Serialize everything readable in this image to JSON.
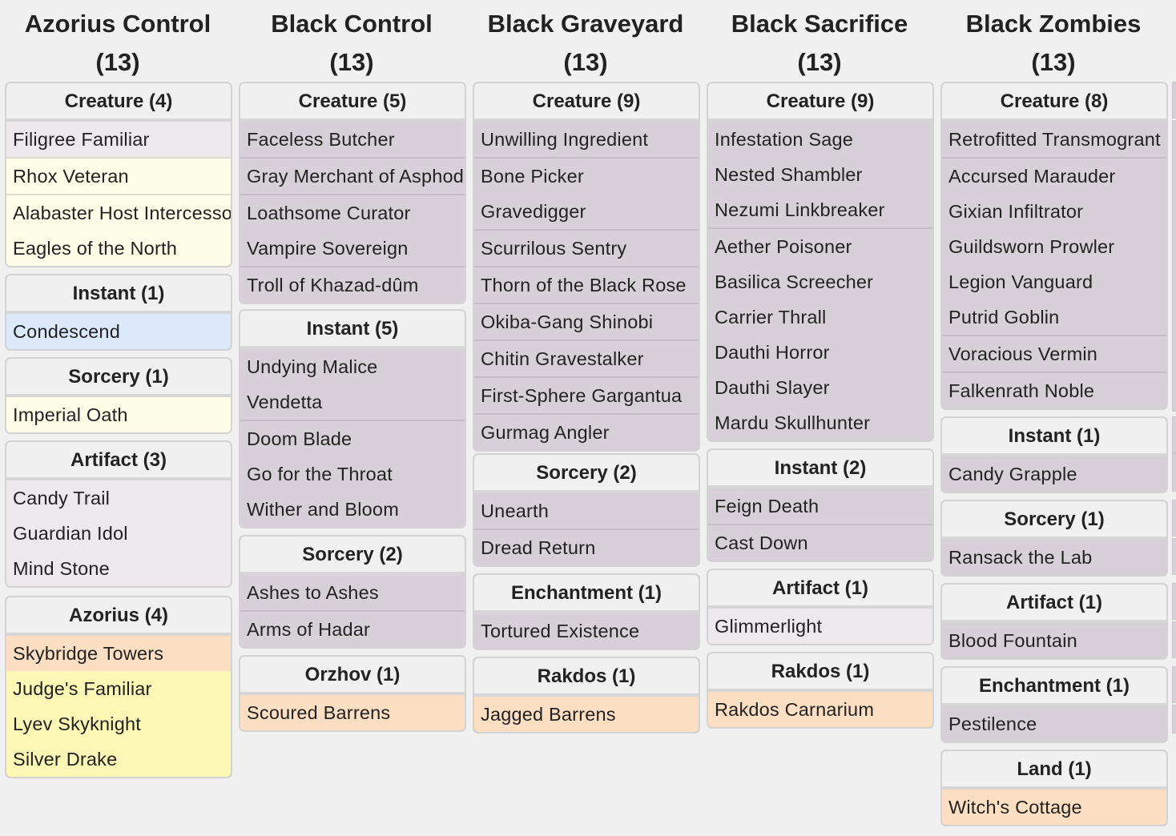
{
  "columns": [
    {
      "title": "Azorius Control",
      "count": "(13)",
      "sections": [
        {
          "label": "Creature (4)",
          "cards": [
            {
              "name": "Filigree Familiar",
              "color": "lgray"
            },
            {
              "name": "Rhox Veteran",
              "color": "ivory"
            },
            {
              "name": "Alabaster Host Intercessor",
              "color": "ivory"
            },
            {
              "name": "Eagles of the North",
              "color": "ivory"
            }
          ]
        },
        {
          "label": "Instant (1)",
          "cards": [
            {
              "name": "Condescend",
              "color": "blue"
            }
          ]
        },
        {
          "label": "Sorcery (1)",
          "cards": [
            {
              "name": "Imperial Oath",
              "color": "ivory"
            }
          ]
        },
        {
          "label": "Artifact (3)",
          "cards": [
            {
              "name": "Candy Trail",
              "color": "lgray"
            },
            {
              "name": "Guardian Idol",
              "color": "lgray"
            },
            {
              "name": "Mind Stone",
              "color": "lgray"
            }
          ]
        },
        {
          "label": "Azorius (4)",
          "cards": [
            {
              "name": "Skybridge Towers",
              "color": "peach"
            },
            {
              "name": "Judge's Familiar",
              "color": "yellow"
            },
            {
              "name": "Lyev Skyknight",
              "color": "yellow"
            },
            {
              "name": "Silver Drake",
              "color": "yellow"
            }
          ]
        }
      ]
    },
    {
      "title": "Black Control",
      "count": "(13)",
      "sections": [
        {
          "label": "Creature (5)",
          "cards": [
            {
              "name": "Faceless Butcher",
              "color": "gray"
            },
            {
              "name": "Gray Merchant of Asphodel",
              "color": "gray"
            },
            {
              "name": "Loathsome Curator",
              "color": "gray"
            },
            {
              "name": "Vampire Sovereign",
              "color": "gray"
            },
            {
              "name": "Troll of Khazad-dûm",
              "color": "gray"
            }
          ]
        },
        {
          "label": "Instant (5)",
          "cards": [
            {
              "name": "Undying Malice",
              "color": "gray"
            },
            {
              "name": "Vendetta",
              "color": "gray"
            },
            {
              "name": "Doom Blade",
              "color": "gray"
            },
            {
              "name": "Go for the Throat",
              "color": "gray"
            },
            {
              "name": "Wither and Bloom",
              "color": "gray"
            }
          ]
        },
        {
          "label": "Sorcery (2)",
          "cards": [
            {
              "name": "Ashes to Ashes",
              "color": "gray"
            },
            {
              "name": "Arms of Hadar",
              "color": "gray"
            }
          ]
        },
        {
          "label": "Orzhov (1)",
          "cards": [
            {
              "name": "Scoured Barrens",
              "color": "peach"
            }
          ]
        }
      ]
    },
    {
      "title": "Black Graveyard",
      "count": "(13)",
      "sections": [
        {
          "label": "Creature (9)",
          "cards": [
            {
              "name": "Unwilling Ingredient",
              "color": "gray"
            },
            {
              "name": "Bone Picker",
              "color": "gray"
            },
            {
              "name": "Gravedigger",
              "color": "gray"
            },
            {
              "name": "Scurrilous Sentry",
              "color": "gray"
            },
            {
              "name": "Thorn of the Black Rose",
              "color": "gray"
            },
            {
              "name": "Okiba-Gang Shinobi",
              "color": "gray"
            },
            {
              "name": "Chitin Gravestalker",
              "color": "gray"
            },
            {
              "name": "First-Sphere Gargantua",
              "color": "gray"
            },
            {
              "name": "Gurmag Angler",
              "color": "gray"
            }
          ]
        },
        {
          "label": "Sorcery (2)",
          "cards": [
            {
              "name": "Unearth",
              "color": "gray"
            },
            {
              "name": "Dread Return",
              "color": "gray"
            }
          ]
        },
        {
          "label": "Enchantment (1)",
          "cards": [
            {
              "name": "Tortured Existence",
              "color": "gray"
            }
          ]
        },
        {
          "label": "Rakdos (1)",
          "cards": [
            {
              "name": "Jagged Barrens",
              "color": "peach"
            }
          ]
        }
      ]
    },
    {
      "title": "Black Sacrifice",
      "count": "(13)",
      "sections": [
        {
          "label": "Creature (9)",
          "cards": [
            {
              "name": "Infestation Sage",
              "color": "gray"
            },
            {
              "name": "Nested Shambler",
              "color": "gray"
            },
            {
              "name": "Nezumi Linkbreaker",
              "color": "gray"
            },
            {
              "name": "Aether Poisoner",
              "color": "gray"
            },
            {
              "name": "Basilica Screecher",
              "color": "gray"
            },
            {
              "name": "Carrier Thrall",
              "color": "gray"
            },
            {
              "name": "Dauthi Horror",
              "color": "gray"
            },
            {
              "name": "Dauthi Slayer",
              "color": "gray"
            },
            {
              "name": "Mardu Skullhunter",
              "color": "gray"
            }
          ]
        },
        {
          "label": "Instant (2)",
          "cards": [
            {
              "name": "Feign Death",
              "color": "gray"
            },
            {
              "name": "Cast Down",
              "color": "gray"
            }
          ]
        },
        {
          "label": "Artifact (1)",
          "cards": [
            {
              "name": "Glimmerlight",
              "color": "lgray"
            }
          ]
        },
        {
          "label": "Rakdos (1)",
          "cards": [
            {
              "name": "Rakdos Carnarium",
              "color": "peach"
            }
          ]
        }
      ]
    },
    {
      "title": "Black Zombies",
      "count": "(13)",
      "sections": [
        {
          "label": "Creature (8)",
          "cards": [
            {
              "name": "Retrofitted Transmogrant",
              "color": "gray"
            },
            {
              "name": "Accursed Marauder",
              "color": "gray"
            },
            {
              "name": "Gixian Infiltrator",
              "color": "gray"
            },
            {
              "name": "Guildsworn Prowler",
              "color": "gray"
            },
            {
              "name": "Legion Vanguard",
              "color": "gray"
            },
            {
              "name": "Putrid Goblin",
              "color": "gray"
            },
            {
              "name": "Voracious Vermin",
              "color": "gray"
            },
            {
              "name": "Falkenrath Noble",
              "color": "gray"
            }
          ]
        },
        {
          "label": "Instant (1)",
          "cards": [
            {
              "name": "Candy Grapple",
              "color": "gray"
            }
          ]
        },
        {
          "label": "Sorcery (1)",
          "cards": [
            {
              "name": "Ransack the Lab",
              "color": "gray"
            }
          ]
        },
        {
          "label": "Artifact (1)",
          "cards": [
            {
              "name": "Blood Fountain",
              "color": "gray"
            }
          ]
        },
        {
          "label": "Enchantment (1)",
          "cards": [
            {
              "name": "Pestilence",
              "color": "gray"
            }
          ]
        },
        {
          "label": "Land (1)",
          "cards": [
            {
              "name": "Witch's Cottage",
              "color": "peach"
            }
          ]
        }
      ]
    }
  ]
}
